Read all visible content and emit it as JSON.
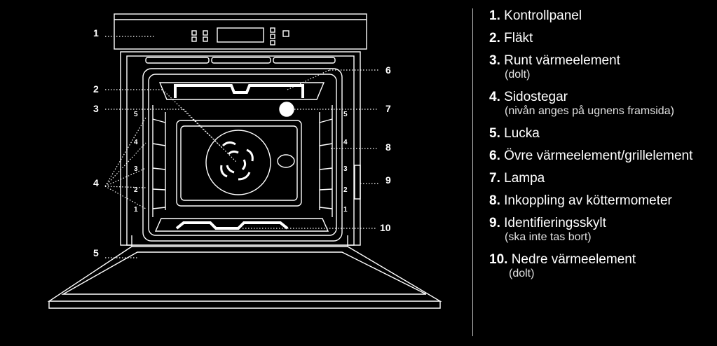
{
  "callouts": {
    "c1": "1",
    "c2": "2",
    "c3": "3",
    "c4": "4",
    "c5": "5",
    "c6": "6",
    "c7": "7",
    "c8": "8",
    "c9": "9",
    "c10": "10"
  },
  "levels": [
    "1",
    "2",
    "3",
    "4",
    "5"
  ],
  "legend": [
    {
      "num": "1.",
      "label": "Kontrollpanel",
      "sub": ""
    },
    {
      "num": "2.",
      "label": "Fläkt",
      "sub": ""
    },
    {
      "num": "3.",
      "label": "Runt värmeelement",
      "sub": "(dolt)"
    },
    {
      "num": "4.",
      "label": "Sidostegar",
      "sub": "(nivån anges på ugnens framsida)"
    },
    {
      "num": "5.",
      "label": "Lucka",
      "sub": ""
    },
    {
      "num": "6.",
      "label": "Övre värmeelement/grillelement",
      "sub": ""
    },
    {
      "num": "7.",
      "label": "Lampa",
      "sub": ""
    },
    {
      "num": "8.",
      "label": "Inkoppling av köttermometer",
      "sub": ""
    },
    {
      "num": "9.",
      "label": "Identifieringsskylt",
      "sub": "(ska inte tas bort)"
    },
    {
      "num": "10.",
      "label": "Nedre värmeelement",
      "sub": "(dolt)"
    }
  ],
  "colors": {
    "background": "#000000",
    "line": "#ffffff",
    "divider": "#bdbdbd"
  }
}
